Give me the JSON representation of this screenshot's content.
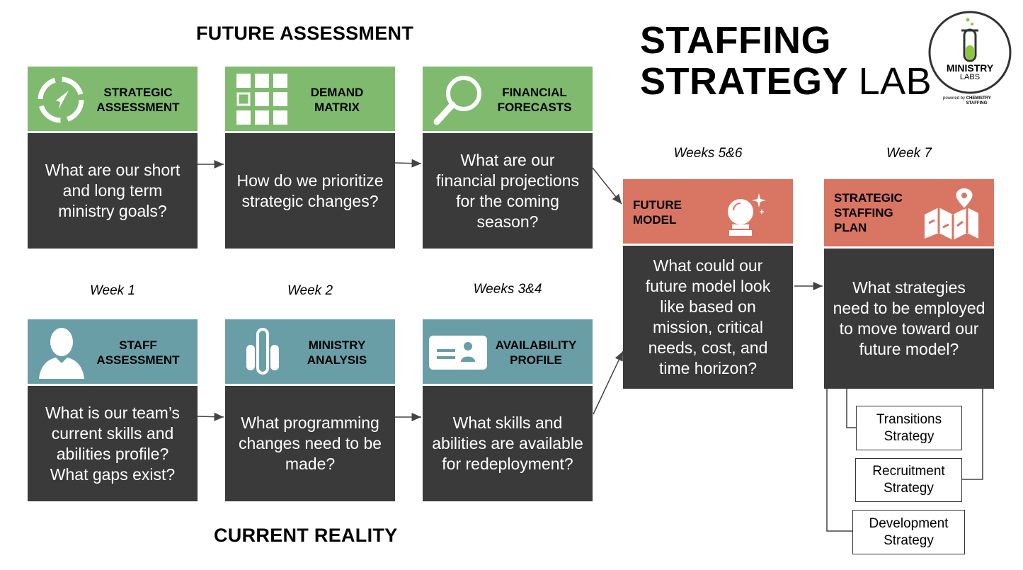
{
  "headings": {
    "future_assessment": "FUTURE ASSESSMENT",
    "current_reality": "CURRENT REALITY",
    "title_line1": "STAFFING",
    "title_line2_bold": "STRATEGY",
    "title_line2_light": "LAB"
  },
  "logo": {
    "name_line1": "MINISTRY",
    "name_line2": "LABS",
    "powered": "powered by",
    "brand_line1": "CHEMISTRY",
    "brand_line2": "STAFFING"
  },
  "weeks": {
    "week1": "Week 1",
    "week2": "Week 2",
    "week34": "Weeks 3&4",
    "week56": "Weeks 5&6",
    "week7": "Week 7"
  },
  "cards": {
    "strategic_assessment": {
      "label": "STRATEGIC\nASSESSMENT",
      "question": "What are our short and long term ministry goals?"
    },
    "demand_matrix": {
      "label": "DEMAND\nMATRIX",
      "question": "How do we prioritize strategic changes?"
    },
    "financial_forecasts": {
      "label": "FINANCIAL\nFORECASTS",
      "question": "What are our financial projections for the coming season?"
    },
    "staff_assessment": {
      "label": "STAFF\nASSESSMENT",
      "question": "What is our team’s current skills and abilities profile? What gaps exist?"
    },
    "ministry_analysis": {
      "label": "MINISTRY\nANALYSIS",
      "question": "What programming changes need to be made?"
    },
    "availability_profile": {
      "label": "AVAILABILITY\nPROFILE",
      "question": "What skills and abilities are available for redeployment?"
    },
    "future_model": {
      "label": "FUTURE\nMODEL",
      "question": "What could our future model look like based on mission, critical needs, cost, and time horizon?"
    },
    "strategic_staffing_plan": {
      "label": "STRATEGIC\nSTAFFING\nPLAN",
      "question": "What strategies need to be employed to move toward our future model?"
    }
  },
  "strategies": {
    "transitions": "Transitions\nStrategy",
    "recruitment": "Recruitment\nStrategy",
    "development": "Development\nStrategy"
  },
  "colors": {
    "future_header": "#7fba6e",
    "current_header": "#6a9ea7",
    "outcome_header": "#d97563",
    "body": "#3a3a3a"
  },
  "icons": [
    "compass-icon",
    "grid-icon",
    "magnifier-icon",
    "person-icon",
    "paperclip-icon",
    "id-card-icon",
    "crystal-ball-icon",
    "map-pin-icon",
    "flask-icon"
  ]
}
